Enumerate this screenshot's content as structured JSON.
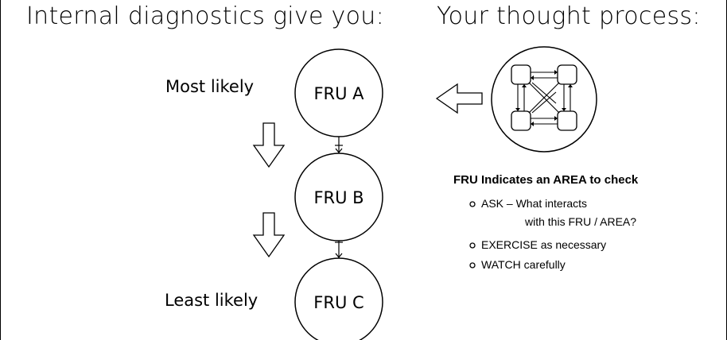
{
  "headers": {
    "left": "Internal diagnostics give you:",
    "right": "Your thought process:"
  },
  "likelihood": {
    "most": "Most likely",
    "least": "Least likely"
  },
  "frus": [
    {
      "label": "FRU A"
    },
    {
      "label": "FRU B"
    },
    {
      "label": "FRU C"
    }
  ],
  "thought": {
    "title": "FRU Indicates an AREA to check",
    "bullets": [
      {
        "line1": "ASK – What interacts",
        "line2": "with this FRU / AREA?"
      },
      {
        "line1": "EXERCISE as necessary"
      },
      {
        "line1": "WATCH carefully"
      }
    ]
  },
  "icons": [
    "down-arrow-icon",
    "left-arrow-icon",
    "interaction-network-icon",
    "bullet-icon"
  ],
  "colors": {
    "ink": "#000000",
    "background": "#ffffff"
  }
}
